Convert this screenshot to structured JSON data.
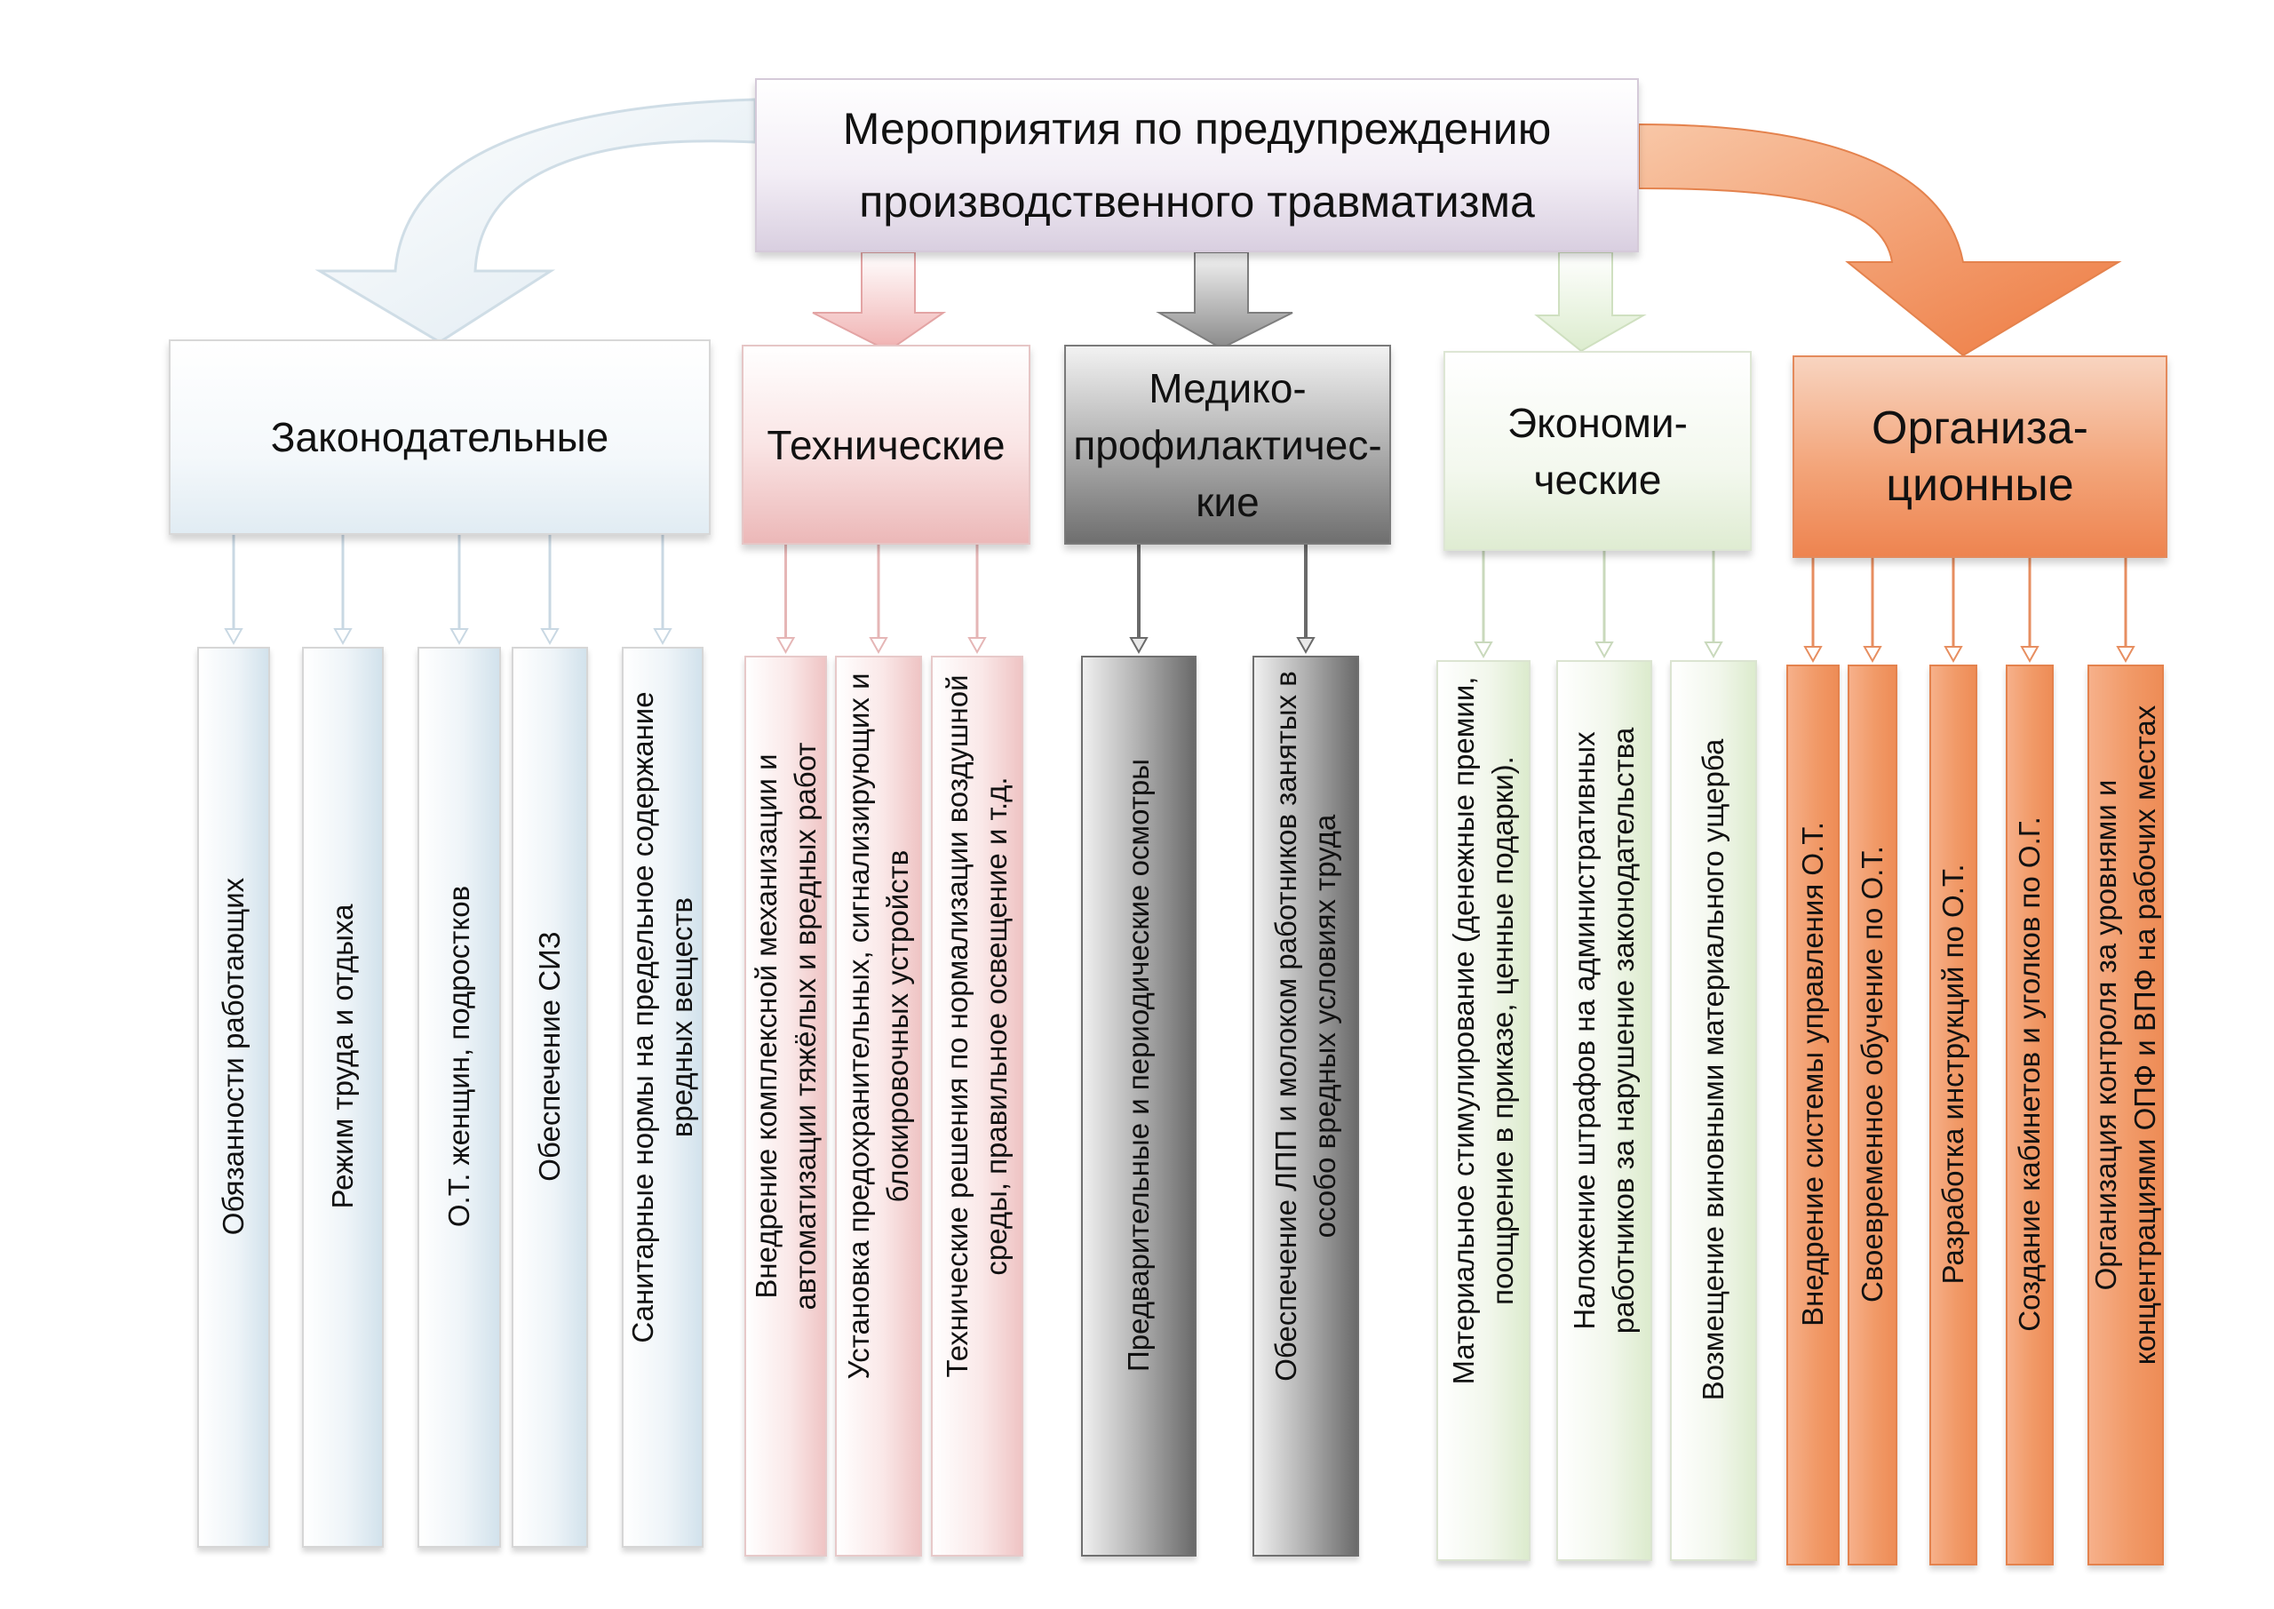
{
  "title": "Мероприятия по предупреждению\nпроизводственного травматизма",
  "colors": {
    "legislative": "#e1ecf3",
    "technical": "#ecb8b8",
    "medical": "#6f6f6f",
    "economic": "#dfecd2",
    "organizational": "#ee8450"
  },
  "categories": [
    {
      "label": "Законодательные",
      "items": [
        "Обязанности работающих",
        "Режим труда и отдыха",
        "О.Т. женщин, подростков",
        "Обеспечение СИЗ",
        "Санитарные нормы на предельное содержание\nвредных веществ"
      ]
    },
    {
      "label": "Технические",
      "items": [
        "Внедрение комплексной механизации и\nавтоматизации тяжёлых и вредных работ",
        "Установка предохранительных, сигнализирующих и\nблокировочных устройств",
        "Технические решения по нормализации воздушной\nсреды, правильное освещение и т.д."
      ]
    },
    {
      "label": "Медико-\nпрофилактичес-\nкие",
      "items": [
        "Предварительные и периодические осмотры",
        "Обеспечение ЛПП и молоком работников занятых в\nособо вредных условиях труда"
      ]
    },
    {
      "label": "Экономи-\nческие",
      "items": [
        "Материальное стимулирование (денежные премии,\nпоощрение в приказе, ценные подарки).",
        "Наложение штрафов на административных\nработников за нарушение законодательства",
        "Возмещение виновными материального ущерба"
      ]
    },
    {
      "label": "Организа-\nционные",
      "items": [
        "Внедрение системы управления О.Т.",
        "Своевременное обучение по О.Т.",
        "Разработка инструкций по О.Т.",
        "Создание кабинетов и уголков по О.Г.",
        "Организация контроля за уровнями и\nконцентрациями ОПФ и ВПФ на рабочих местах"
      ]
    }
  ]
}
